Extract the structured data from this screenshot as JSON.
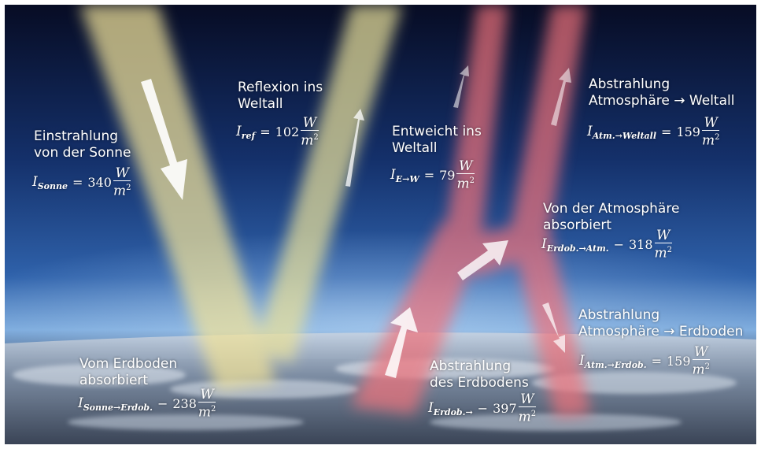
{
  "labels": {
    "einstrahlung": {
      "line1": "Einstrahlung",
      "line2": "von der Sonne",
      "symbol": "I",
      "sub": "Sonne",
      "op": "=",
      "value": "340",
      "unit_num": "W",
      "unit_den": "m",
      "unit_exp": "2"
    },
    "reflexion": {
      "line1": "Reflexion ins",
      "line2": "Weltall",
      "symbol": "I",
      "sub": "ref",
      "op": "=",
      "value": "102",
      "unit_num": "W",
      "unit_den": "m",
      "unit_exp": "2"
    },
    "entweicht": {
      "line1": "Entweicht ins",
      "line2": "Weltall",
      "symbol": "I",
      "sub": "E→W",
      "op": "=",
      "value": "79",
      "unit_num": "W",
      "unit_den": "m",
      "unit_exp": "2"
    },
    "abstrahlung_weltall": {
      "line1": "Abstrahlung",
      "line2": "Atmosphäre → Weltall",
      "symbol": "I",
      "sub": "Atm.→Weltall",
      "op": "=",
      "value": "159",
      "unit_num": "W",
      "unit_den": "m",
      "unit_exp": "2"
    },
    "absorbiert_atm": {
      "line1": "Von der Atmosphäre",
      "line2": "absorbiert",
      "symbol": "I",
      "sub": "Erdob.→Atm.",
      "op": "−",
      "value": "318",
      "unit_num": "W",
      "unit_den": "m",
      "unit_exp": "2"
    },
    "abstrahlung_erdboden": {
      "line1": "Abstrahlung",
      "line2": "Atmosphäre → Erdboden",
      "symbol": "I",
      "sub": "Atm.→Erdob.",
      "op": "=",
      "value": "159",
      "unit_num": "W",
      "unit_den": "m",
      "unit_exp": "2"
    },
    "vom_erdboden": {
      "line1": "Vom Erdboden",
      "line2": "absorbiert",
      "symbol": "I",
      "sub": "Sonne→Erdob.",
      "op": "−",
      "value": "238",
      "unit_num": "W",
      "unit_den": "m",
      "unit_exp": "2"
    },
    "abstrahlung_erdbodens": {
      "line1": "Abstrahlung",
      "line2": "des Erdbodens",
      "symbol": "I",
      "sub": "Erdob.→",
      "op": "−",
      "value": "397",
      "unit_num": "W",
      "unit_den": "m",
      "unit_exp": "2"
    }
  },
  "colors": {
    "sky_top": "#0a1230",
    "sky_mid": "#1d3f7a",
    "horizon": "#6f9fd6",
    "solar_beam": "#f2e39a",
    "thermal_beam": "#f0727a",
    "arrow": "#ffffff"
  }
}
